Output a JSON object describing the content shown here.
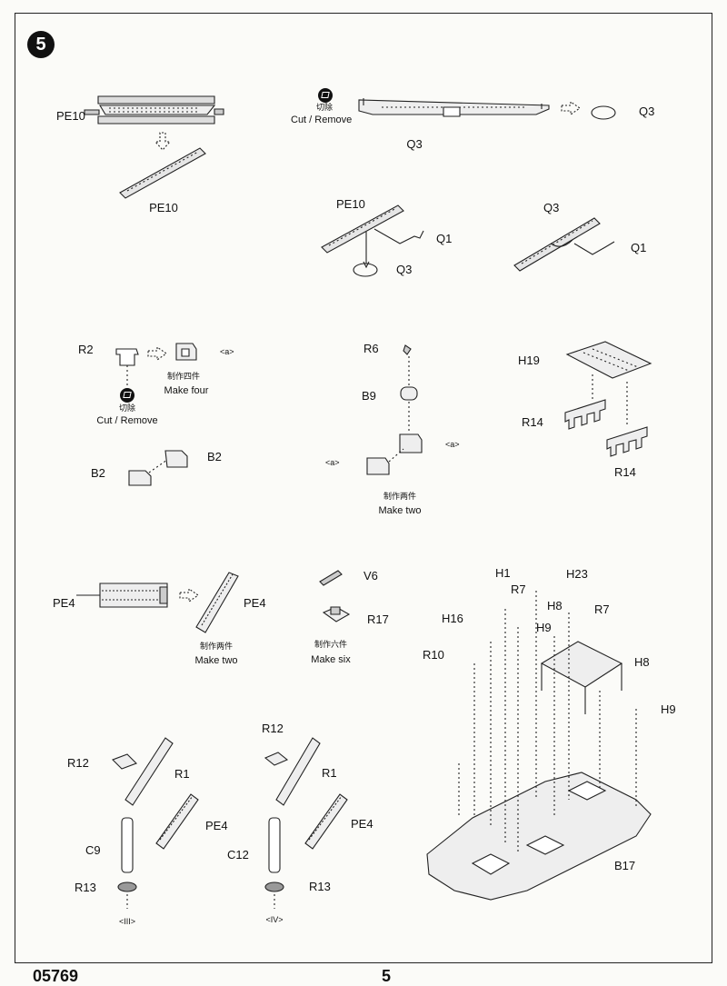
{
  "step": {
    "number": "5"
  },
  "footer": {
    "code": "05769",
    "page": "5"
  },
  "cut_remove": {
    "cn": "切除",
    "en": "Cut / Remove"
  },
  "make_four": {
    "cn": "制作四件",
    "en": "Make four"
  },
  "make_two": {
    "cn": "制作两件",
    "en": "Make two"
  },
  "make_six": {
    "cn": "制作六件",
    "en": "Make six"
  },
  "refs": {
    "a": "<a>",
    "iii": "<III>",
    "iv": "<IV>"
  },
  "parts": {
    "PE10": "PE10",
    "Q3": "Q3",
    "Q1": "Q1",
    "R2": "R2",
    "B2": "B2",
    "R6": "R6",
    "B9": "B9",
    "H19": "H19",
    "R14": "R14",
    "PE4": "PE4",
    "V6": "V6",
    "R17": "R17",
    "H1": "H1",
    "H23": "H23",
    "R7": "R7",
    "H8": "H8",
    "H9": "H9",
    "H16": "H16",
    "R10": "R10",
    "B17": "B17",
    "R12": "R12",
    "R1": "R1",
    "C9": "C9",
    "C12": "C12",
    "R13": "R13"
  }
}
